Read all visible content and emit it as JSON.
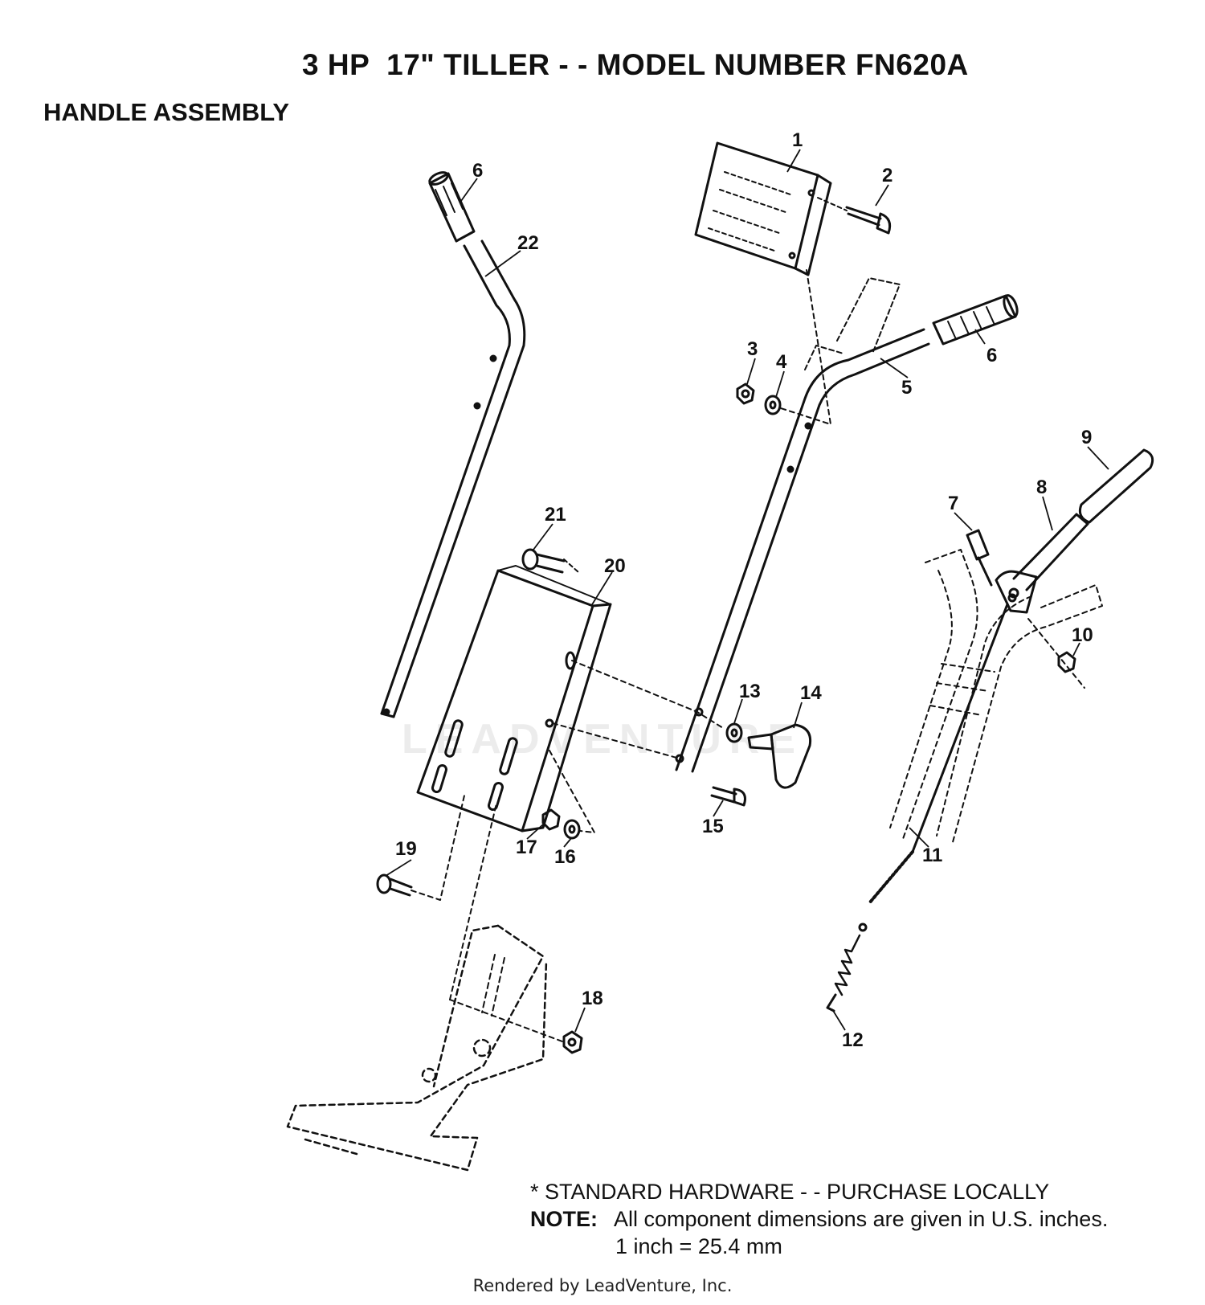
{
  "header": {
    "title": "3 HP  17\" TILLER - - MODEL NUMBER FN620A",
    "subtitle": "HANDLE ASSEMBLY"
  },
  "callouts": [
    {
      "id": "c1",
      "label": "1"
    },
    {
      "id": "c2",
      "label": "2"
    },
    {
      "id": "c3",
      "label": "3"
    },
    {
      "id": "c4",
      "label": "4"
    },
    {
      "id": "c5",
      "label": "5"
    },
    {
      "id": "c6a",
      "label": "6"
    },
    {
      "id": "c6b",
      "label": "6"
    },
    {
      "id": "c7",
      "label": "7"
    },
    {
      "id": "c8",
      "label": "8"
    },
    {
      "id": "c9",
      "label": "9"
    },
    {
      "id": "c10",
      "label": "10"
    },
    {
      "id": "c11",
      "label": "11"
    },
    {
      "id": "c12",
      "label": "12"
    },
    {
      "id": "c13",
      "label": "13"
    },
    {
      "id": "c14",
      "label": "14"
    },
    {
      "id": "c15",
      "label": "15"
    },
    {
      "id": "c16",
      "label": "16"
    },
    {
      "id": "c17",
      "label": "17"
    },
    {
      "id": "c18",
      "label": "18"
    },
    {
      "id": "c19",
      "label": "19"
    },
    {
      "id": "c20",
      "label": "20"
    },
    {
      "id": "c21",
      "label": "21"
    },
    {
      "id": "c22",
      "label": "22"
    }
  ],
  "watermark": "LEADVENTURE",
  "footnotes": {
    "standard_hardware": "* STANDARD HARDWARE - - PURCHASE LOCALLY",
    "note_label": "NOTE:",
    "note_text": "All component dimensions are given in U.S. inches.",
    "conversion": "1 inch = 25.4 mm"
  },
  "credit": "Rendered by LeadVenture, Inc.",
  "colors": {
    "ink": "#111111",
    "background": "#ffffff",
    "watermark": "#ececec"
  }
}
